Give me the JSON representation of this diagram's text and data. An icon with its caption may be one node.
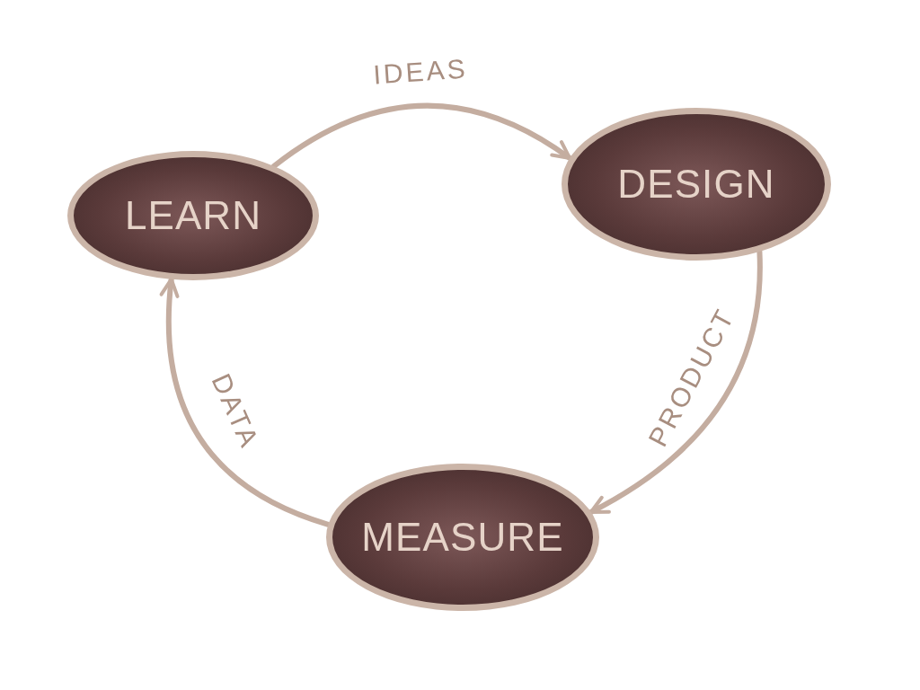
{
  "diagram": {
    "nodes": [
      {
        "text": [
          "LEARN"
        ]
      },
      {
        "text": [
          "DESIGN"
        ]
      },
      {
        "text": [
          "MEASURE"
        ]
      }
    ],
    "edges": [
      {
        "from": 0,
        "to": 1,
        "arrow": "to",
        "label": "IDEAS"
      },
      {
        "from": 1,
        "to": 2,
        "arrow": "to",
        "label": "PRODUCT"
      },
      {
        "from": 2,
        "to": 0,
        "arrow": "to",
        "label": "DATA"
      }
    ]
  }
}
